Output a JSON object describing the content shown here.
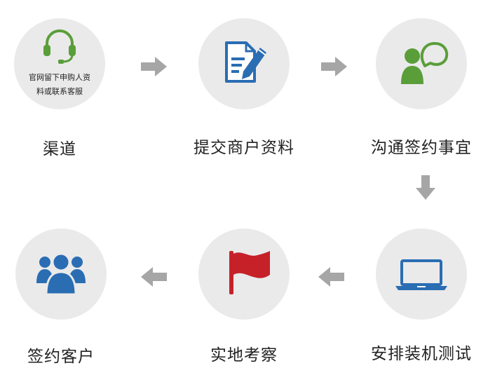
{
  "steps": [
    {
      "label": "渠道",
      "note_line1": "官网留下申购人资",
      "note_line2": "料或联系客服",
      "icon": "headset-icon"
    },
    {
      "label": "提交商户资料",
      "icon": "document-edit-icon"
    },
    {
      "label": "沟通签约事宜",
      "icon": "person-speech-icon"
    },
    {
      "label": "安排装机测试",
      "icon": "laptop-icon"
    },
    {
      "label": "实地考察",
      "icon": "flag-icon"
    },
    {
      "label": "签约客户",
      "icon": "users-group-icon"
    }
  ],
  "colors": {
    "circle": "#eaeaea",
    "arrow": "#a6a6a6",
    "green": "#5a9e3a",
    "blue": "#2a6db3",
    "red": "#c62129"
  }
}
